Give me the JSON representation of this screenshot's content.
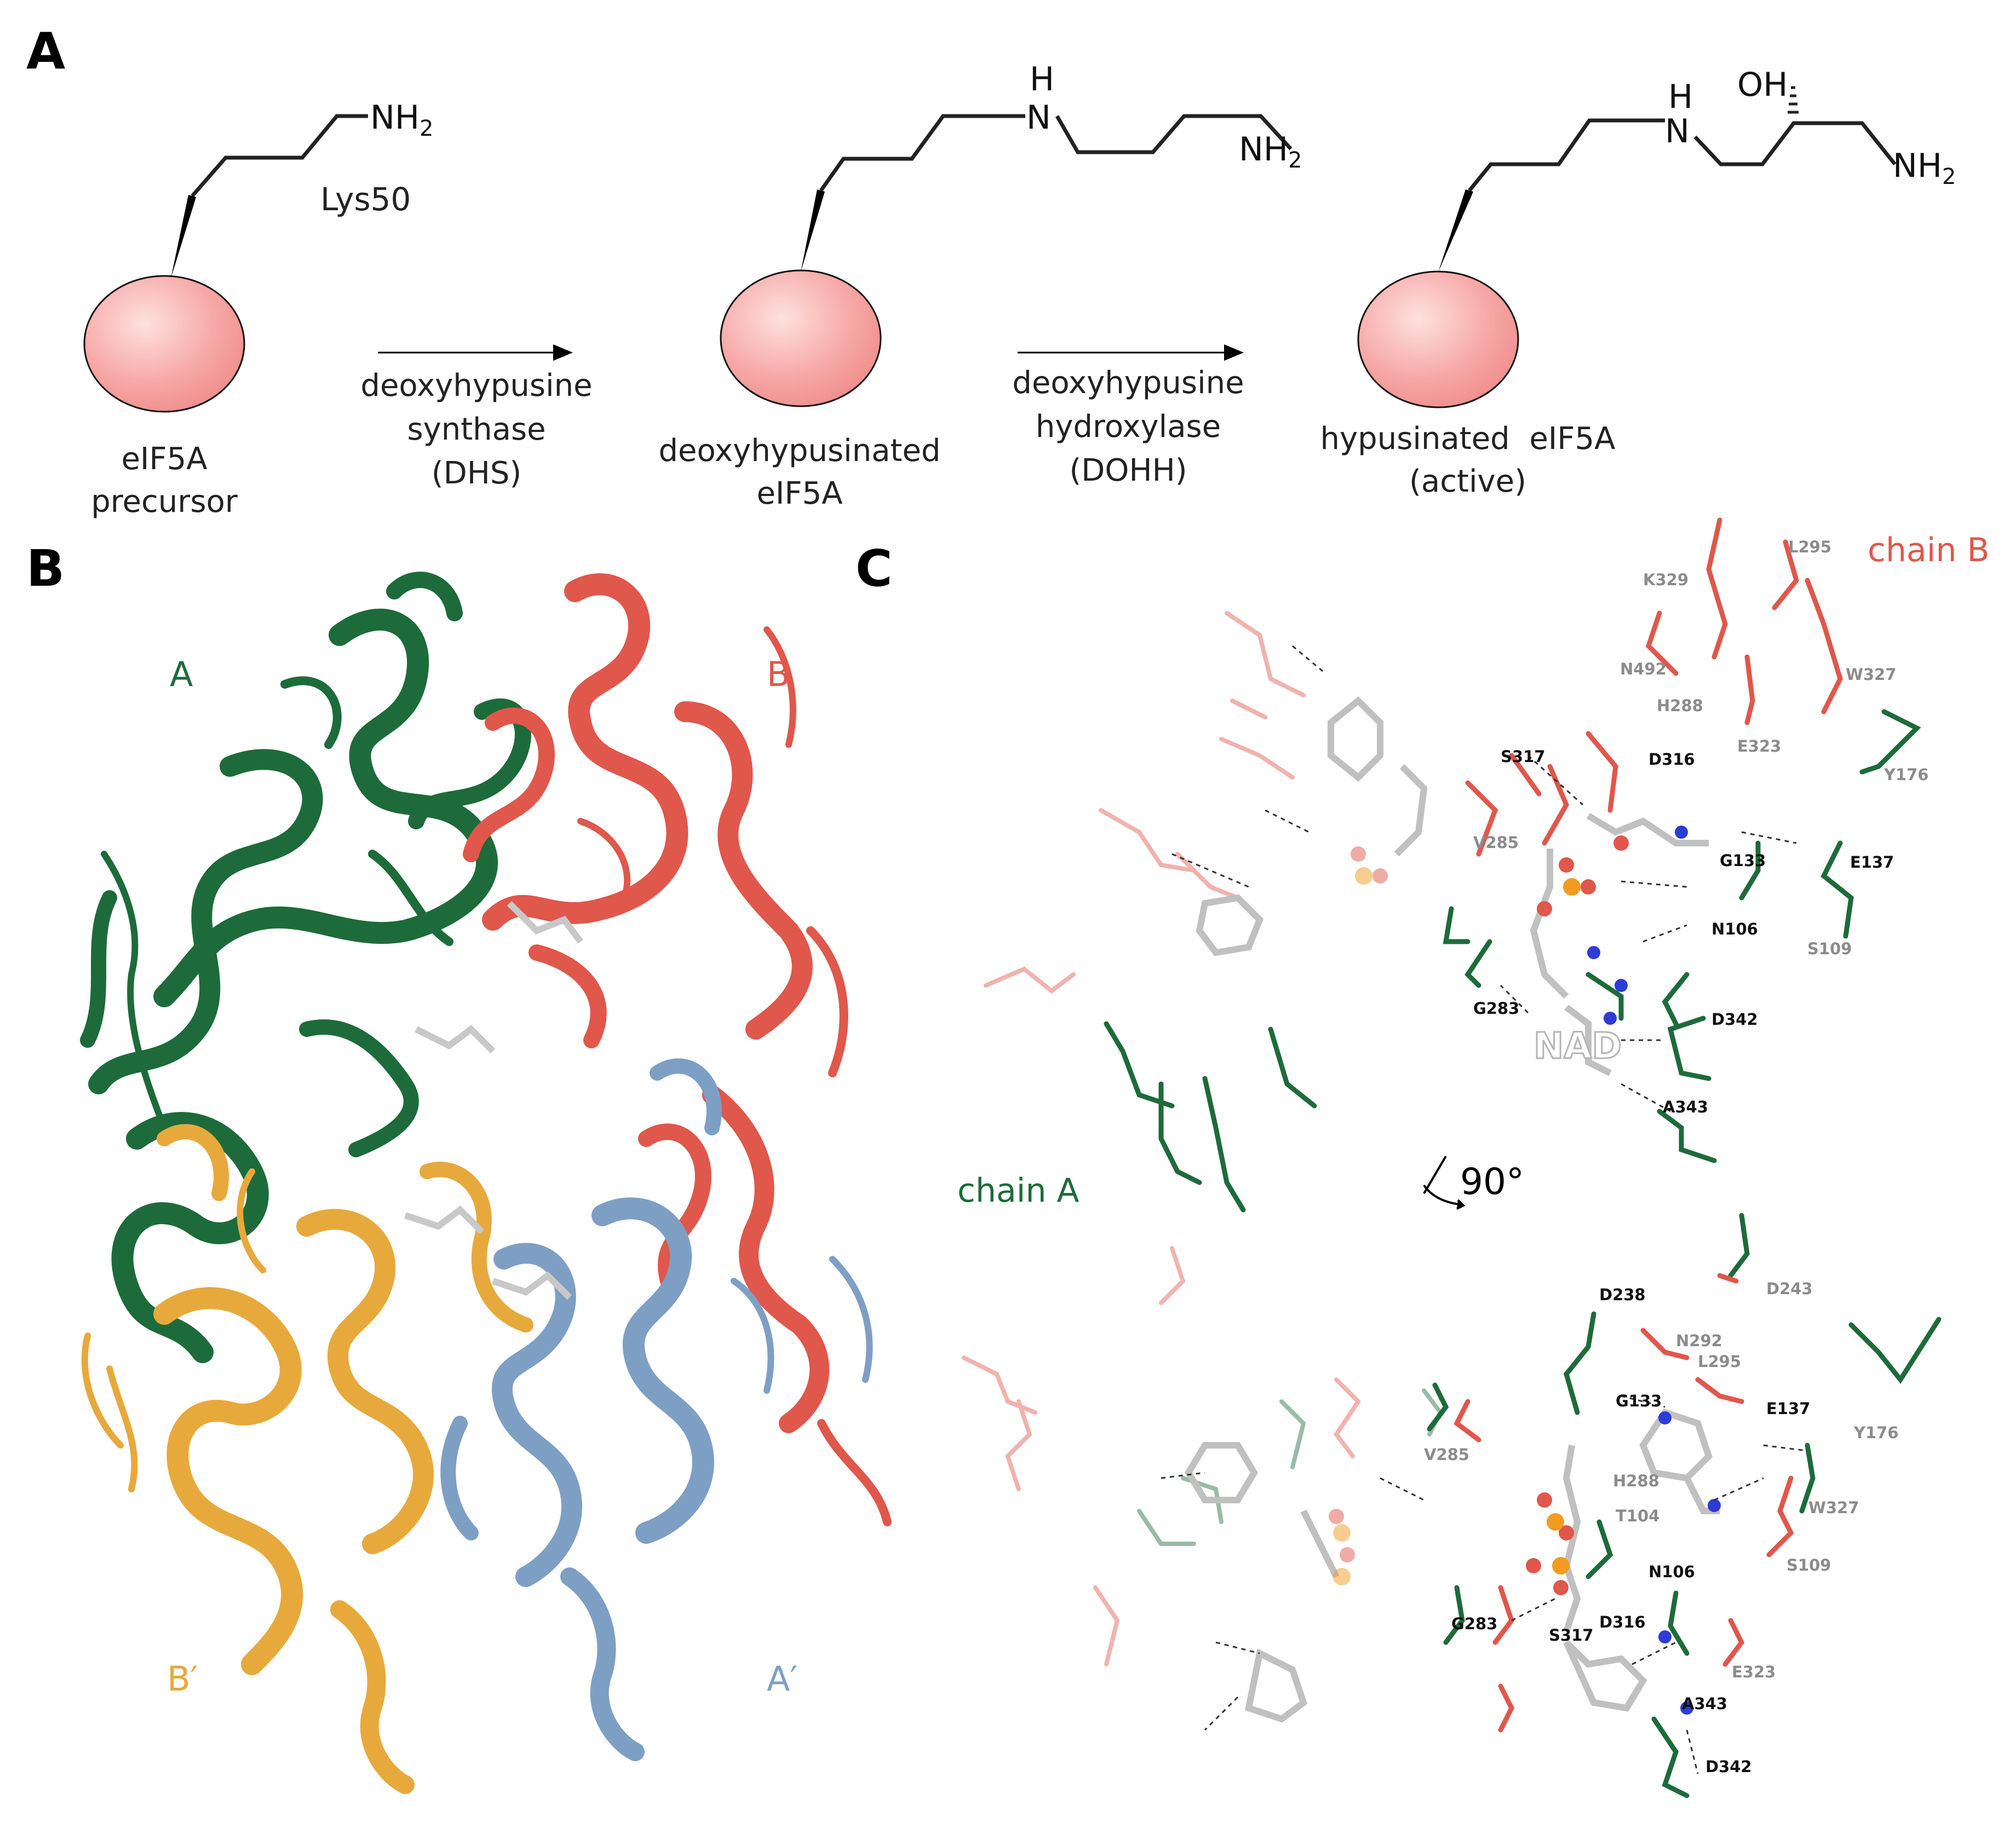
{
  "panels": {
    "a": "A",
    "b": "B",
    "c": "C"
  },
  "panel_a": {
    "stage1": {
      "line1": "eIF5A",
      "line2": "precursor",
      "residue": "Lys50",
      "amine": "NH",
      "amine_sub": "2"
    },
    "enzyme1": {
      "line1": "deoxyhypusine",
      "line2": "synthase",
      "line3": "(DHS)"
    },
    "stage2": {
      "line1": "deoxyhypusinated",
      "line2": "eIF5A",
      "h": "H",
      "n": "N",
      "amine": "NH",
      "amine_sub": "2"
    },
    "enzyme2": {
      "line1": "deoxyhypusine",
      "line2": "hydroxylase",
      "line3": "(DOHH)"
    },
    "stage3": {
      "line1": "hypusinated  eIF5A",
      "line2": "(active)",
      "h": "H",
      "n": "N",
      "oh": "OH",
      "amine": "NH",
      "amine_sub": "2"
    }
  },
  "panel_b": {
    "chains": [
      "A",
      "B",
      "B′",
      "A′"
    ]
  },
  "panel_c": {
    "chain_b": "chain B",
    "chain_a": "chain A",
    "rotation": "90°",
    "ligand": "NAD",
    "top_residues": [
      {
        "label": "L295",
        "tone": "gray"
      },
      {
        "label": "K329",
        "tone": "gray"
      },
      {
        "label": "N492",
        "tone": "gray"
      },
      {
        "label": "W327",
        "tone": "gray"
      },
      {
        "label": "H288",
        "tone": "gray"
      },
      {
        "label": "S317",
        "tone": "dark"
      },
      {
        "label": "D316",
        "tone": "dark"
      },
      {
        "label": "E323",
        "tone": "gray"
      },
      {
        "label": "Y176",
        "tone": "gray"
      },
      {
        "label": "V285",
        "tone": "gray"
      },
      {
        "label": "G133",
        "tone": "dark"
      },
      {
        "label": "E137",
        "tone": "dark"
      },
      {
        "label": "N106",
        "tone": "dark"
      },
      {
        "label": "S109",
        "tone": "gray"
      },
      {
        "label": "G283",
        "tone": "dark"
      },
      {
        "label": "D342",
        "tone": "dark"
      },
      {
        "label": "A343",
        "tone": "dark"
      }
    ],
    "bottom_residues": [
      {
        "label": "D238",
        "tone": "dark"
      },
      {
        "label": "D243",
        "tone": "gray"
      },
      {
        "label": "N292",
        "tone": "gray"
      },
      {
        "label": "L295",
        "tone": "gray"
      },
      {
        "label": "G133",
        "tone": "dark"
      },
      {
        "label": "E137",
        "tone": "dark"
      },
      {
        "label": "Y176",
        "tone": "gray"
      },
      {
        "label": "V285",
        "tone": "gray"
      },
      {
        "label": "H288",
        "tone": "gray"
      },
      {
        "label": "W327",
        "tone": "gray"
      },
      {
        "label": "T104",
        "tone": "gray"
      },
      {
        "label": "S109",
        "tone": "gray"
      },
      {
        "label": "N106",
        "tone": "dark"
      },
      {
        "label": "G283",
        "tone": "dark"
      },
      {
        "label": "S317",
        "tone": "dark"
      },
      {
        "label": "D316",
        "tone": "dark"
      },
      {
        "label": "E323",
        "tone": "gray"
      },
      {
        "label": "A343",
        "tone": "dark"
      },
      {
        "label": "D342",
        "tone": "dark"
      }
    ]
  },
  "colors": {
    "chain_a_green": "#1d6b3a",
    "chain_b_red": "#e0574b",
    "chain_bprime_orange": "#e7a93c",
    "chain_aprime_blue": "#7e9fc4",
    "sphere_pink": "#f6a7a5",
    "nad_gray": "#c8c8c8"
  }
}
